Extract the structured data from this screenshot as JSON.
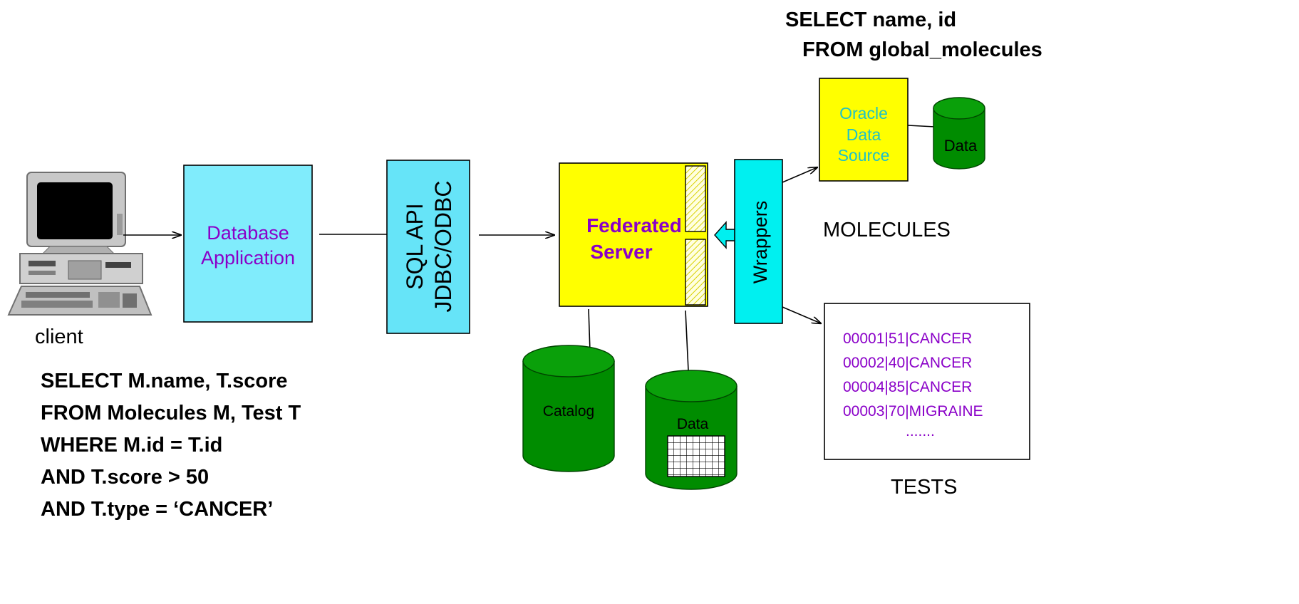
{
  "client": {
    "label": "client",
    "query_lines": [
      "SELECT M.name, T.score",
      "FROM Molecules M, Test T",
      "WHERE M.id = T.id",
      "AND T.score > 50",
      "AND T.type = ‘CANCER’"
    ]
  },
  "database_application": {
    "line1": "Database",
    "line2": "Application"
  },
  "sql_api": {
    "line1": "SQL API",
    "line2": "JDBC/ODBC"
  },
  "federated_server": {
    "line1": "Federated",
    "line2": "Server"
  },
  "wrappers": {
    "label": "Wrappers"
  },
  "catalog_store": {
    "label": "Catalog"
  },
  "server_data_store": {
    "label": "Data"
  },
  "oracle": {
    "query_line1": "SELECT name, id",
    "query_line2": "FROM global_molecules",
    "source_line1": "Oracle",
    "source_line2": "Data",
    "source_line3": "Source",
    "data_label": "Data",
    "caption": "MOLECULES"
  },
  "tests": {
    "records": [
      "00001|51|CANCER",
      "00002|40|CANCER",
      "00004|85|CANCER",
      "00003|70|MIGRAINE",
      "......."
    ],
    "caption": "TESTS"
  },
  "colors": {
    "cyan_box": "#80ecfc",
    "sql_box": "#66e4f8",
    "yellow": "#ffff00",
    "wrappers": "#00f0f0",
    "green": "#008c00",
    "green_top": "#0aa00a",
    "purple": "#8a00c8",
    "oracle_text": "#1fc1c8",
    "hatch": "#d8d000"
  }
}
